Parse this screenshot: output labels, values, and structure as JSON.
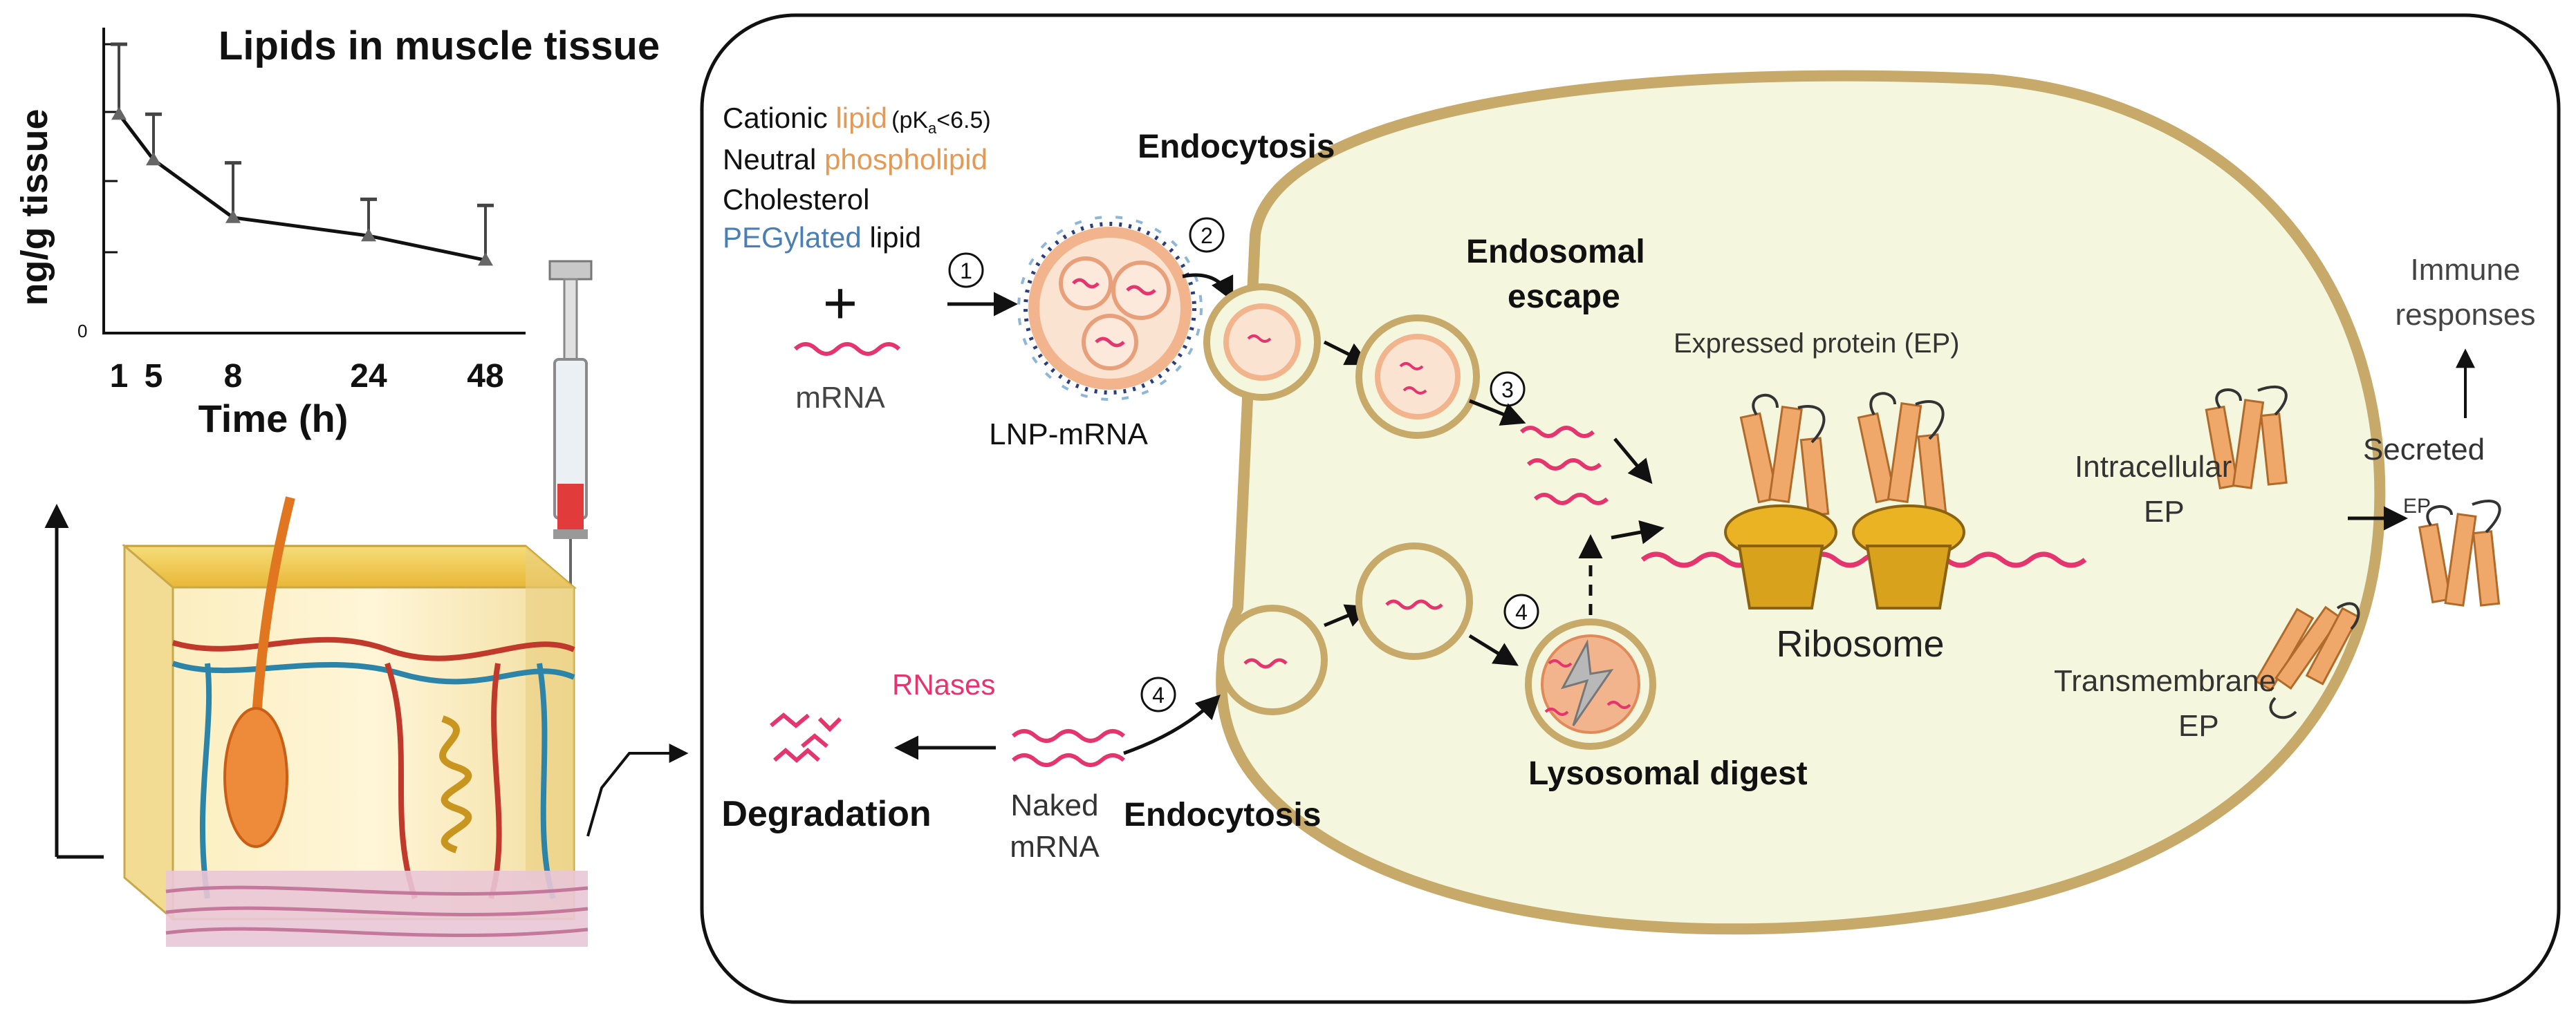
{
  "chart_data": {
    "type": "line",
    "title": "Lipids in muscle tissue",
    "xlabel": "Time (h)",
    "ylabel": "ng/g tissue",
    "x_ticks": [
      "1",
      "5",
      "8",
      "24",
      "48"
    ],
    "y_ticks": [
      "0"
    ],
    "series": [
      {
        "x": [
          1,
          5,
          8,
          24,
          48
        ],
        "y": [
          0.72,
          0.57,
          0.38,
          0.32,
          0.24
        ],
        "err_hi": [
          0.95,
          0.72,
          0.56,
          0.44,
          0.42
        ]
      }
    ]
  },
  "lipid_list": {
    "line1_prefix": "Cationic ",
    "line1_colored": "lipid",
    "line1_pk_prefix": "(pK",
    "line1_pk_sub": "a",
    "line1_pk_suffix": "<6.5)",
    "line2_prefix": "Neutral ",
    "line2_colored": "phospholipid",
    "line3": "Cholesterol",
    "line4_colored": "PEGylated",
    "line4_suffix": " lipid",
    "color_orange": "#e39a57",
    "color_blue": "#4a7fb5"
  },
  "labels": {
    "plus": "+",
    "mrna": "mRNA",
    "lnp_mrna": "LNP-mRNA",
    "endocytosis_top": "Endocytosis",
    "endosomal_line1": "Endosomal",
    "endosomal_line2": "escape",
    "expressed_protein": "Expressed protein (EP)",
    "ribosome": "Ribosome",
    "intracellular_line1": "Intracellular",
    "intracellular_line2": "EP",
    "transmembrane_line1": "Transmembrane",
    "transmembrane_line2": "EP",
    "immune_line1": "Immune",
    "immune_line2": "responses",
    "secreted": "Secreted",
    "secreted_ep": "EP",
    "rnases": "RNases",
    "degradation": "Degradation",
    "naked_line1": "Naked",
    "naked_line2": "mRNA",
    "endocytosis_bottom": "Endocytosis",
    "lysosomal": "Lysosomal digest"
  },
  "steps": {
    "s1": "1",
    "s2": "2",
    "s3": "3",
    "s4a": "4",
    "s4b": "4"
  },
  "colors": {
    "cell_fill": "#f3f7df",
    "cell_edge": "#c9b27a",
    "mrna": "#e4356f",
    "protein": "#f0a86a",
    "ribosome": "#d9a21c",
    "lysosome": "#f2b48c"
  }
}
